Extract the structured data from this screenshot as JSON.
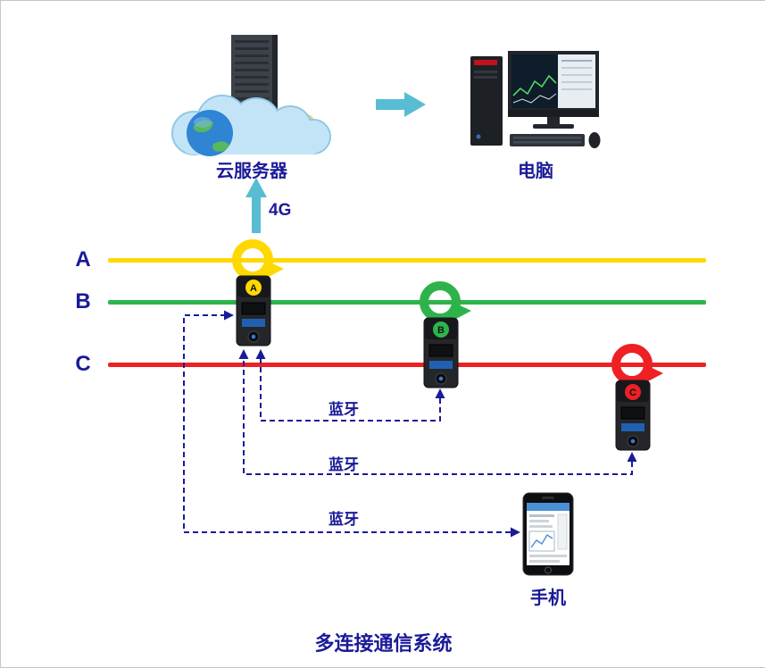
{
  "title": "多连接通信系统",
  "cloud": {
    "label": "云服务器"
  },
  "computer": {
    "label": "电脑"
  },
  "phone": {
    "label": "手机"
  },
  "uplink": {
    "label": "4G"
  },
  "phases": [
    {
      "label": "A",
      "color": "#ffd800"
    },
    {
      "label": "B",
      "color": "#2eb34c"
    },
    {
      "label": "C",
      "color": "#ee2024"
    }
  ],
  "clamps": [
    {
      "badge": "A",
      "color": "#ffd800"
    },
    {
      "badge": "B",
      "color": "#2eb34c"
    },
    {
      "badge": "C",
      "color": "#ee2024"
    }
  ],
  "bluetooth": [
    {
      "label": "蓝牙"
    },
    {
      "label": "蓝牙"
    },
    {
      "label": "蓝牙"
    }
  ],
  "colors": {
    "label_text": "#1a1a99",
    "flow_arrow": "#58bdd2",
    "bluetooth_dashed": "#1a1a99"
  }
}
